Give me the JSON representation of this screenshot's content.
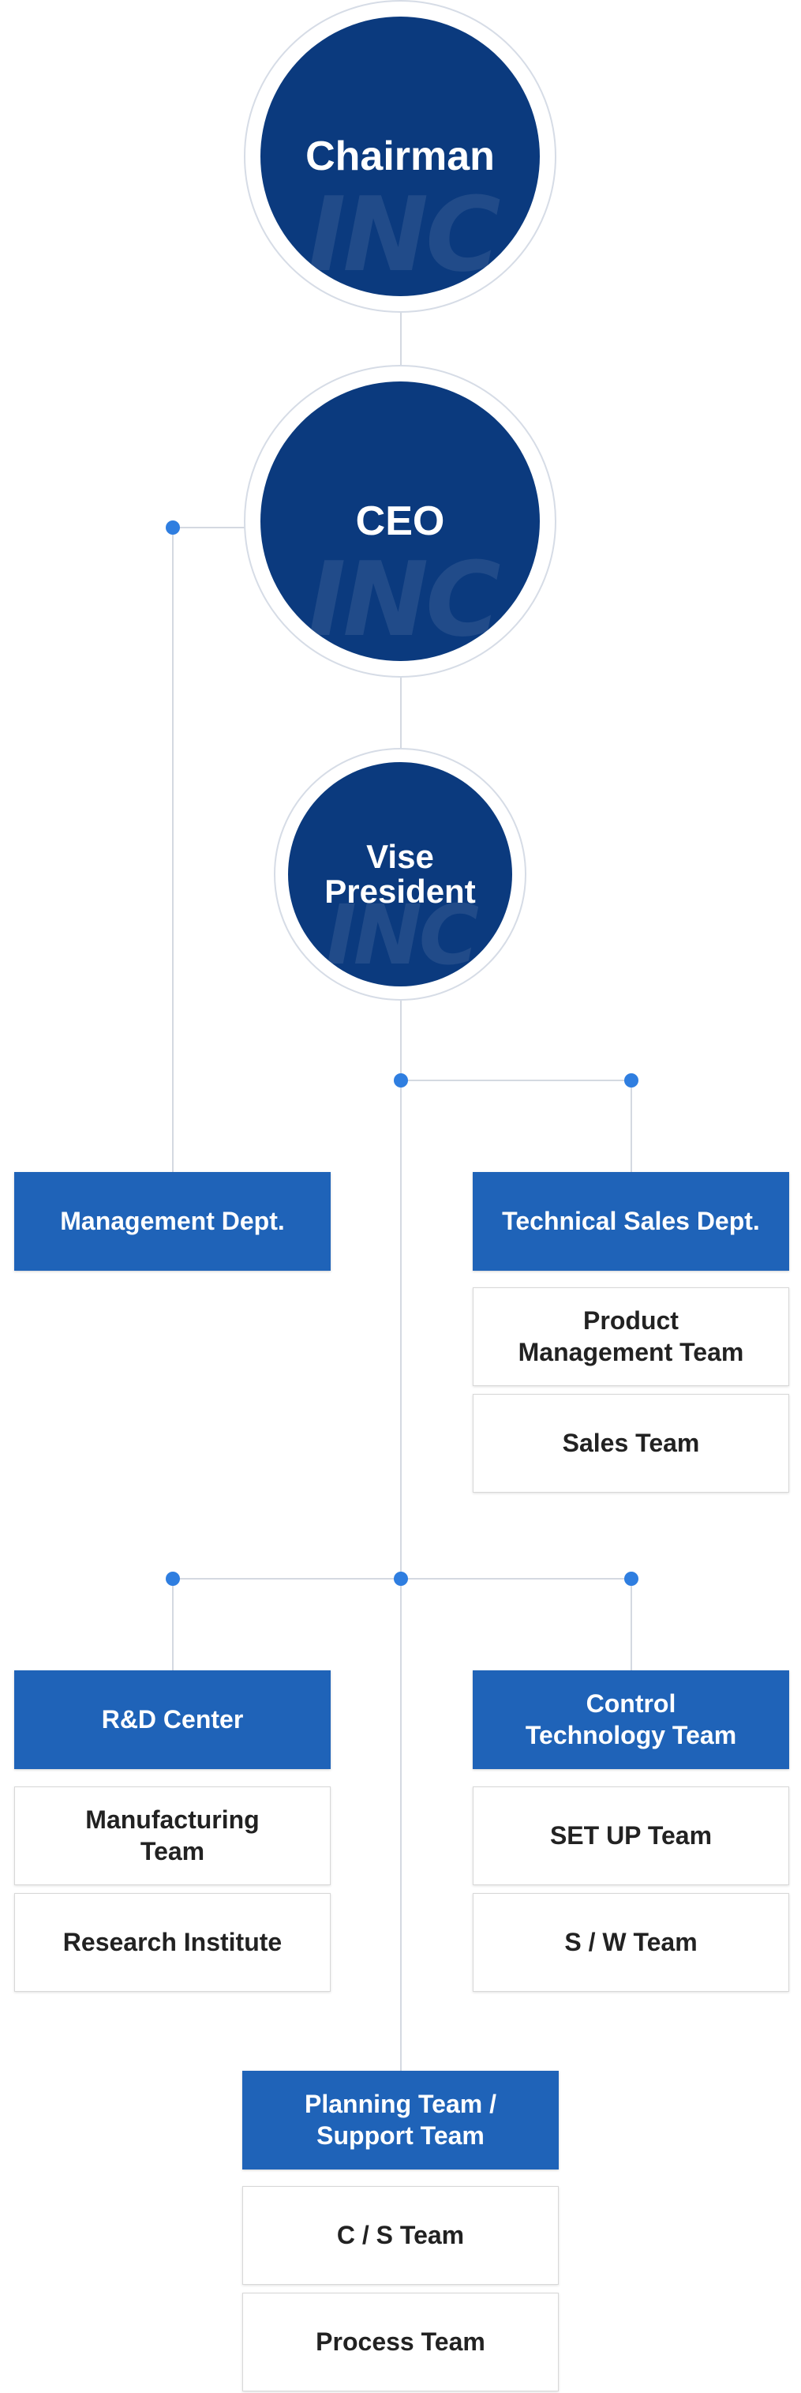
{
  "executives": [
    {
      "title": "Chairman"
    },
    {
      "title": "CEO"
    },
    {
      "title": "Vise\nPresident"
    }
  ],
  "watermark_text": "INC",
  "departments": {
    "management": {
      "name": "Management Dept.",
      "teams": []
    },
    "technical_sales": {
      "name": "Technical Sales Dept.",
      "teams": [
        "Product\nManagement Team",
        "Sales Team"
      ]
    },
    "rnd": {
      "name": "R&D Center",
      "teams": [
        "Manufacturing\nTeam",
        "Research Institute"
      ]
    },
    "control_tech": {
      "name": "Control\nTechnology Team",
      "teams": [
        "SET UP Team",
        "S / W Team"
      ]
    },
    "planning": {
      "name": "Planning Team /\nSupport Team",
      "teams": [
        "C / S Team",
        "Process Team"
      ]
    }
  },
  "colors": {
    "executive_circle": "#0b3a7e",
    "department_box": "#1f63b8",
    "connector_dot": "#2f7ee0",
    "connector_line": "#d4d9e1"
  }
}
